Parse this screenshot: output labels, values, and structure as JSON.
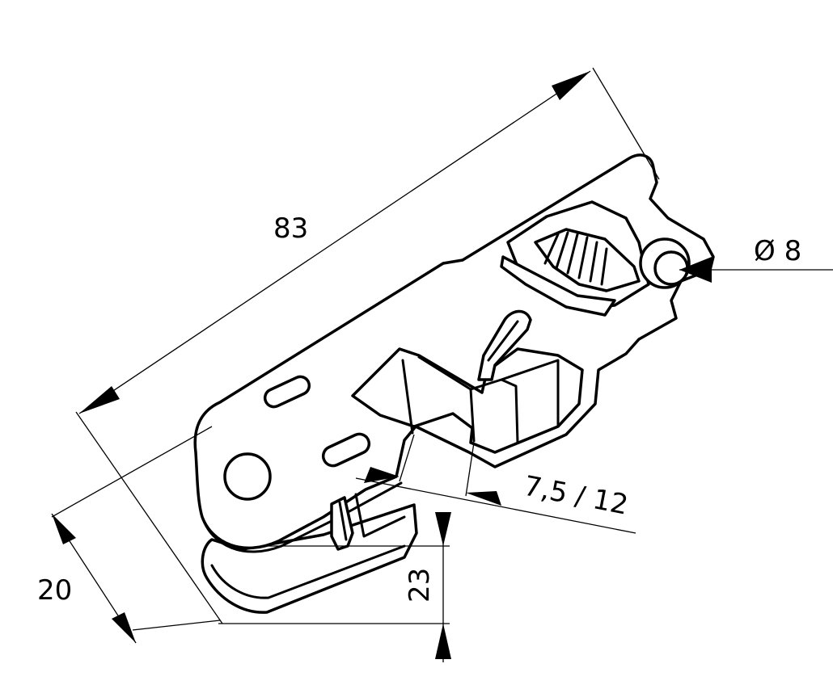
{
  "dimensions": {
    "length": "83",
    "width": "20",
    "height": "23",
    "hole_diameter": "Ø 8",
    "adjustment": "7,5 / 12"
  }
}
